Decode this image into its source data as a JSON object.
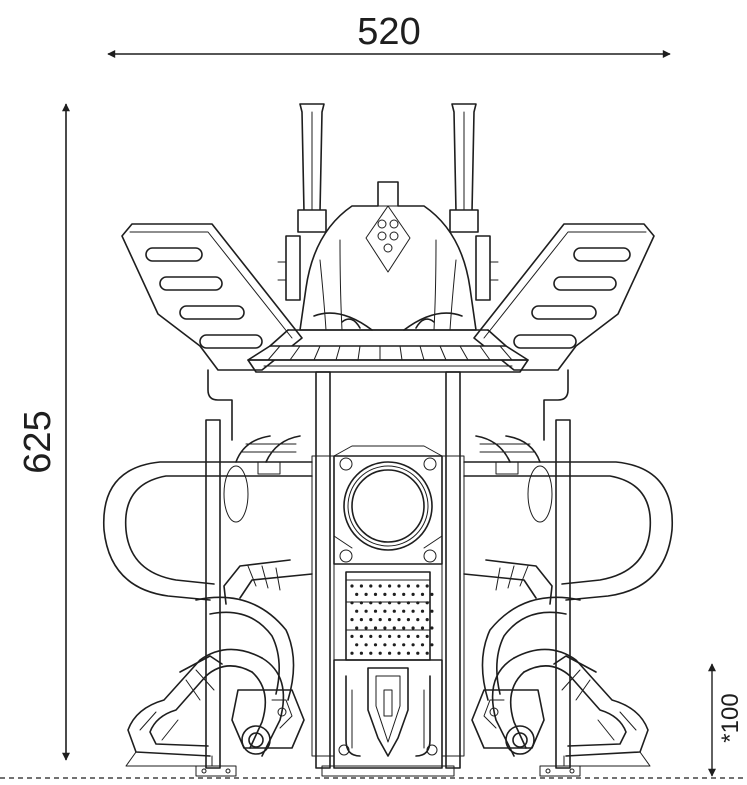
{
  "dimensions": {
    "width_label": "520",
    "height_label": "625",
    "free_height_label": "*100"
  },
  "colors": {
    "line": "#1e1e1e",
    "background": "#ffffff"
  }
}
